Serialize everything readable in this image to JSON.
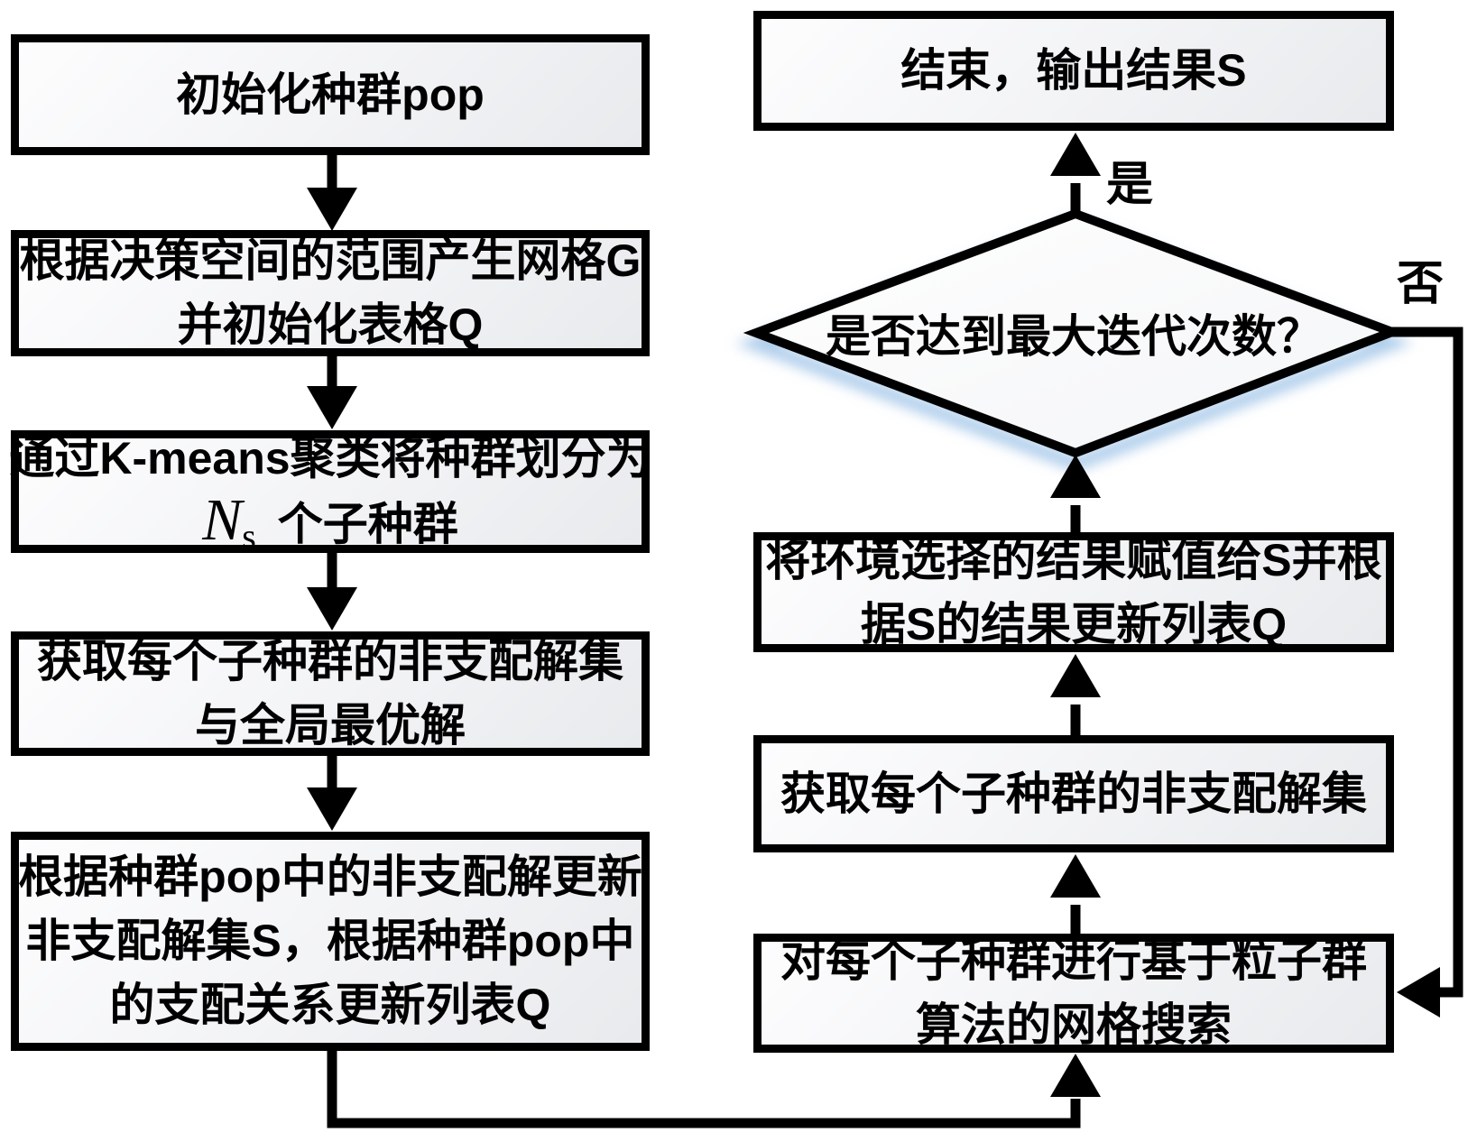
{
  "diagram": {
    "boxes": {
      "l1": {
        "line1": "初始化种群pop"
      },
      "l2": {
        "line1": "根据决策空间的范围产生网格G",
        "line2": "并初始化表格Q"
      },
      "l3": {
        "line1": "通过K-means聚类将种群划分为",
        "formula_base": "N",
        "formula_sub": "s",
        "line2": "个子种群"
      },
      "l4": {
        "line1": "获取每个子种群的非支配解集",
        "line2": "与全局最优解"
      },
      "l5": {
        "line1": "根据种群pop中的非支配解更新",
        "line2": "非支配解集S，根据种群pop中",
        "line3": "的支配关系更新列表Q"
      },
      "r1": {
        "line1": "结束，输出结果S"
      },
      "decision": {
        "line1": "是否达到最大迭代次数？"
      },
      "r2": {
        "line1": "将环境选择的结果赋值给S并根",
        "line2": "据S的结果更新列表Q"
      },
      "r3": {
        "line1": "获取每个子种群的非支配解集"
      },
      "r4": {
        "line1": "对每个子种群进行基于粒子群",
        "line2": "算法的网格搜索"
      }
    },
    "labels": {
      "yes": "是",
      "no": "否"
    },
    "colors": {
      "line": "#000000",
      "text": "#000000",
      "box_fill_start": "#fdfdfe",
      "box_fill_end": "#e8eaed",
      "diamond_fill": "#fdfdfe",
      "diamond_shadow": "#aecdeb",
      "background": "#ffffff"
    }
  }
}
